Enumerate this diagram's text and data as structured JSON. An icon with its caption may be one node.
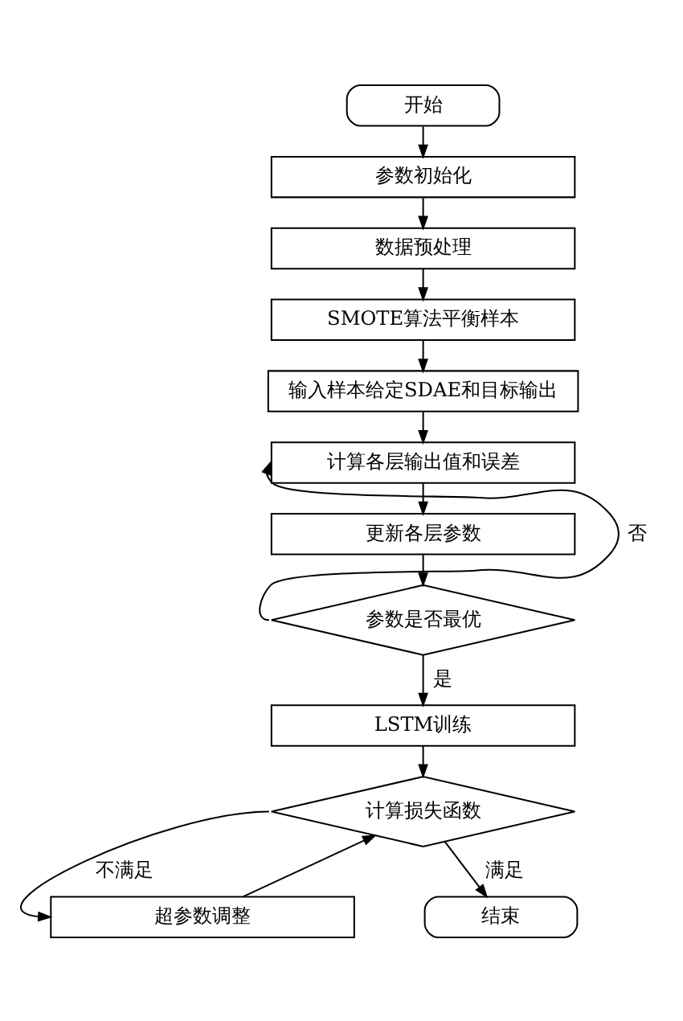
{
  "diagram": {
    "nodes": [
      {
        "text": [
          "开始"
        ]
      },
      {
        "text": [
          "参数初始化"
        ]
      },
      {
        "text": [
          "数据预处理"
        ]
      },
      {
        "text": [
          "SMOTE算法平衡样本"
        ]
      },
      {
        "text": [
          "输入样本给定SDAE和目标输出"
        ]
      },
      {
        "text": [
          "计算各层输出值和误差"
        ]
      },
      {
        "text": [
          "更新各层参数"
        ]
      },
      {
        "text": [
          "参数是否最优"
        ]
      },
      {
        "text": [
          "LSTM训练"
        ]
      },
      {
        "text": [
          "计算损失函数"
        ]
      },
      {
        "text": [
          "超参数调整"
        ]
      },
      {
        "text": [
          "结束"
        ]
      }
    ],
    "edges": [
      {
        "from": 0,
        "to": 1,
        "arrow": "to"
      },
      {
        "from": 1,
        "to": 2,
        "arrow": "to"
      },
      {
        "from": 2,
        "to": 3,
        "arrow": "to"
      },
      {
        "from": 3,
        "to": 4,
        "arrow": "to"
      },
      {
        "from": 4,
        "to": 5,
        "arrow": "to"
      },
      {
        "from": 5,
        "to": 6,
        "arrow": "to"
      },
      {
        "from": 6,
        "to": 7,
        "arrow": "to"
      },
      {
        "from": 7,
        "to": 5,
        "arrow": "to",
        "label": "否"
      },
      {
        "from": 7,
        "to": 8,
        "arrow": "to",
        "label": "是"
      },
      {
        "from": 8,
        "to": 9,
        "arrow": "to"
      },
      {
        "from": 9,
        "to": 10,
        "arrow": "to",
        "label": "不满足"
      },
      {
        "from": 10,
        "to": 9,
        "arrow": "to"
      },
      {
        "from": 9,
        "to": 11,
        "arrow": "to",
        "label": "满足"
      }
    ]
  }
}
